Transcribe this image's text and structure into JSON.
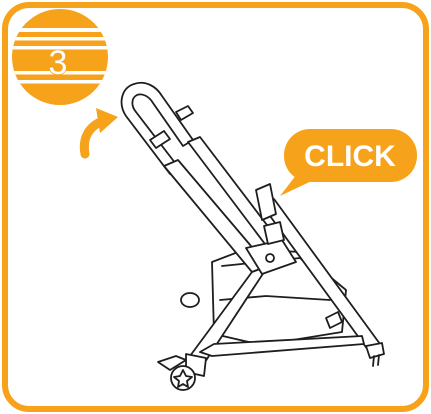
{
  "step": {
    "number": "3"
  },
  "callout": {
    "text": "CLICK"
  },
  "colors": {
    "accent": "#F7A21B",
    "background": "#FFFFFF",
    "line": "#1E1E1E",
    "text_on_accent": "#FFFFFF"
  },
  "icons": {
    "step_badge": "striped-circle-badge",
    "arrow": "curved-up-arrow",
    "callout": "speech-bubble",
    "illustration": "stroller-frame-line-art"
  }
}
